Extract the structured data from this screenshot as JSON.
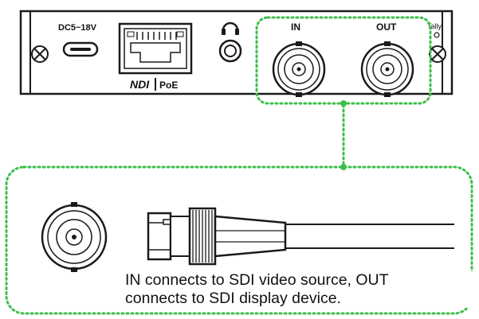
{
  "device_panel": {
    "power_label": "DC5~18V",
    "ndi_label": "NDI",
    "poe_label": "PoE",
    "sdi_in_label": "IN",
    "sdi_out_label": "OUT",
    "tally_label": "Tally"
  },
  "caption": {
    "line1": "IN connects to SDI video source, OUT",
    "line2": "connects to SDI display device."
  },
  "colors": {
    "outline": "#1a1a1a",
    "highlight_dotted": "#3dbf4a",
    "panel_fill": "#ffffff"
  },
  "icons": [
    "screw-icon",
    "usb-c-port-icon",
    "ethernet-port-icon",
    "headphone-icon",
    "bnc-connector-icon",
    "bnc-cable-icon"
  ]
}
